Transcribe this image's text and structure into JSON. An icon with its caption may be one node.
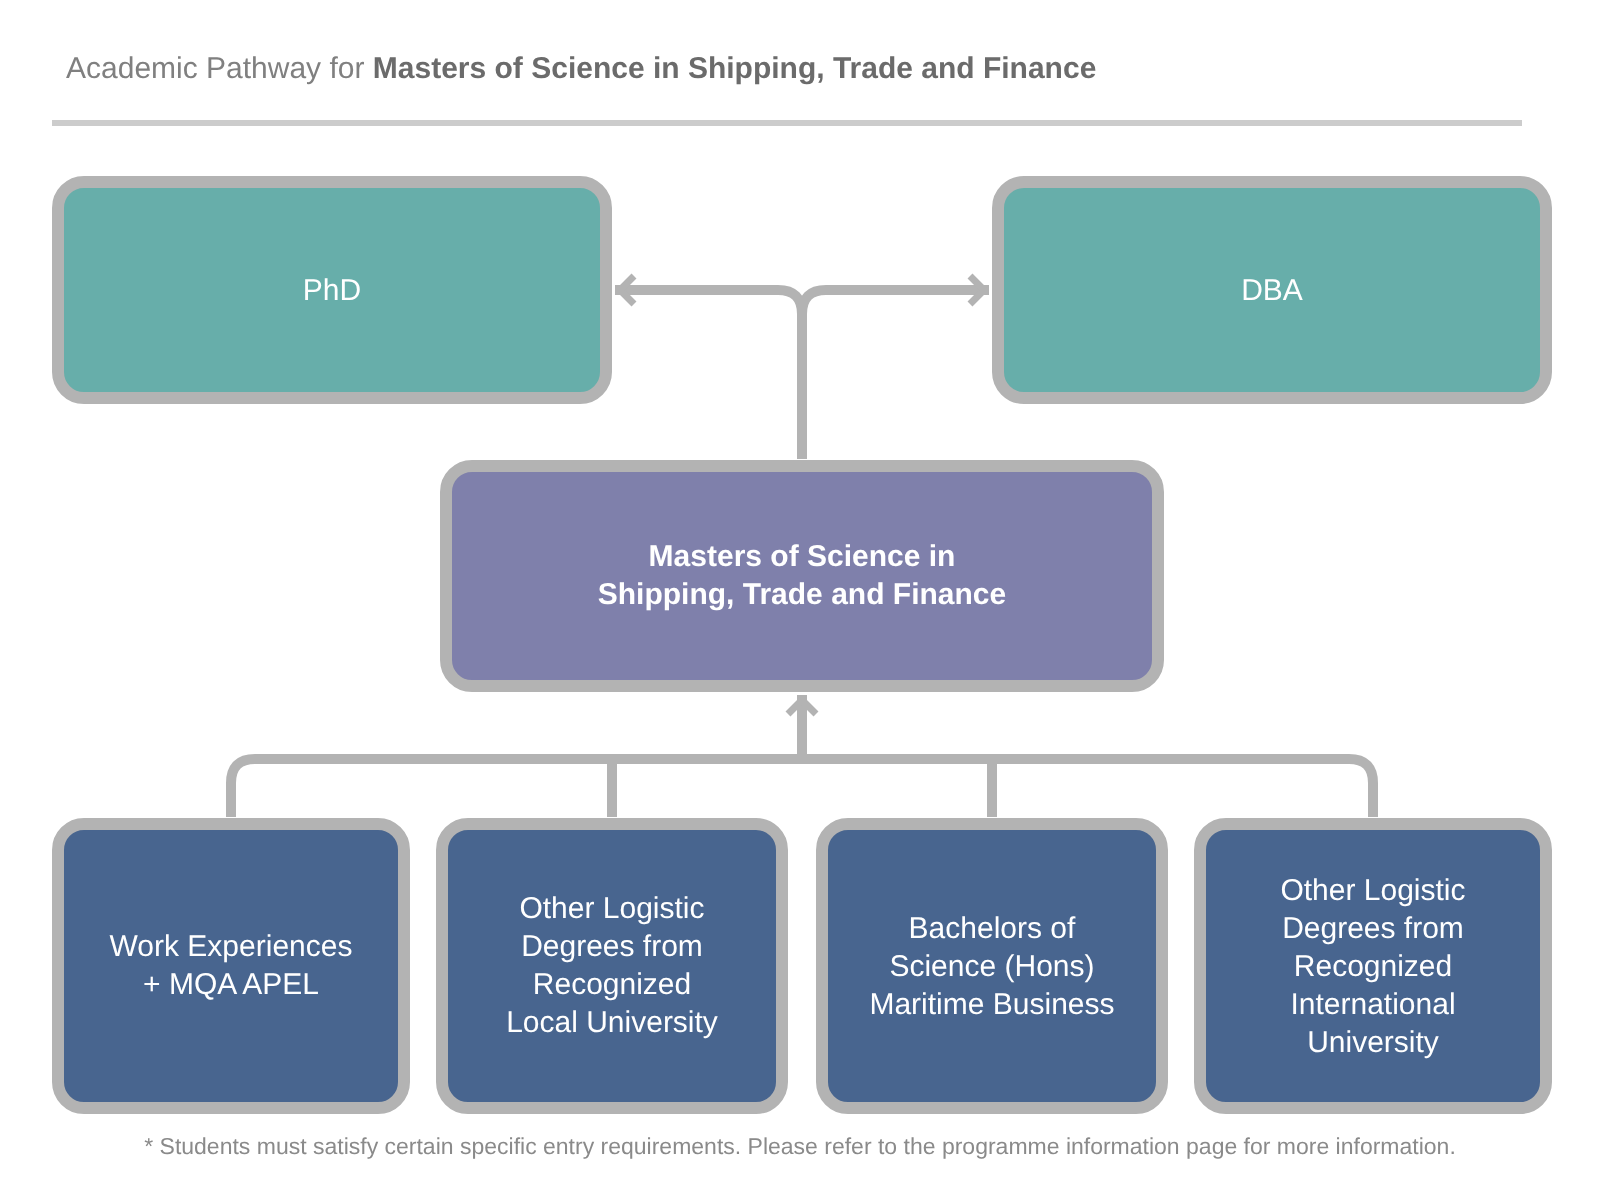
{
  "diagram": {
    "title": "Academic Pathway for **Masters of Science in Shipping, Trade and Finance**",
    "nodes": [
      {
        "text": [
          "PhD"
        ]
      },
      {
        "text": [
          "DBA"
        ]
      },
      {
        "text": [
          "Masters of Science in Shipping, Trade and Finance"
        ]
      },
      {
        "text": [
          "Work Experiences + MQA APEL"
        ]
      },
      {
        "text": [
          "Other Logistic Degrees from Recognized Local University"
        ]
      },
      {
        "text": [
          "Bachelors of Science (Hons) Maritime Business"
        ]
      },
      {
        "text": [
          "Other Logistic Degrees from Recognized International University"
        ]
      }
    ],
    "edges": [
      {
        "from": 2,
        "to": 0,
        "arrow": "to"
      },
      {
        "from": 2,
        "to": 1,
        "arrow": "to"
      },
      {
        "from": 3,
        "to": 2,
        "arrow": "to"
      },
      {
        "from": 4,
        "to": 2,
        "arrow": "to"
      },
      {
        "from": 5,
        "to": 2,
        "arrow": "to"
      },
      {
        "from": 6,
        "to": 2,
        "arrow": "to"
      }
    ],
    "labels": [
      "* Students must satisfy certain specific entry requirements. Please refer to the programme information page for more information."
    ]
  }
}
